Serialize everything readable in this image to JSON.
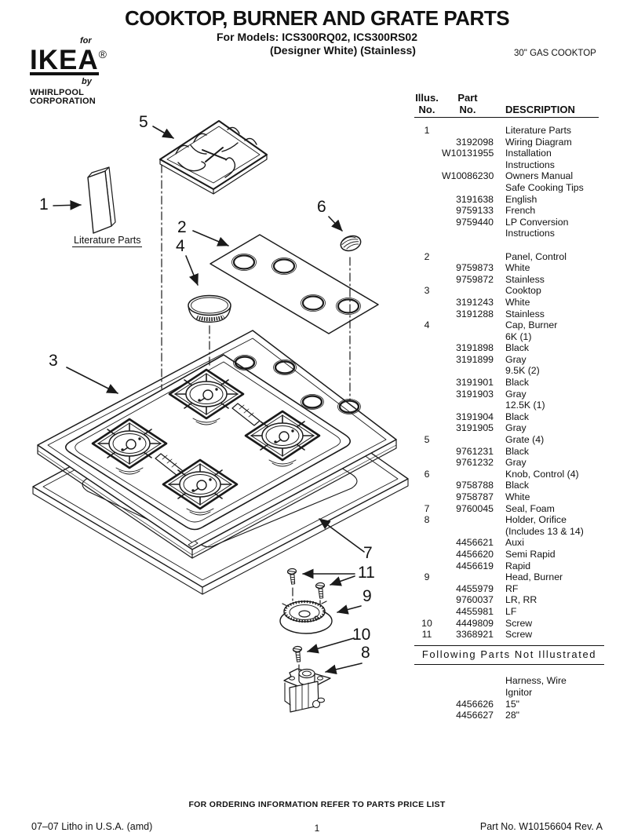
{
  "header": {
    "title": "COOKTOP, BURNER AND GRATE PARTS",
    "models_line": "For Models: ICS300RQ02, ICS300RS02",
    "finish_line": "(Designer White) (Stainless)",
    "product_type": "30\" GAS COOKTOP",
    "logo": {
      "for_text": "for",
      "brand": "IKEA",
      "registered_mark": "®",
      "by_text": "by",
      "company": "WHIRLPOOL CORPORATION"
    }
  },
  "diagram": {
    "literature_label": "Literature Parts",
    "callouts": [
      "1",
      "2",
      "3",
      "4",
      "5",
      "6",
      "7",
      "8",
      "9",
      "10",
      "11"
    ]
  },
  "parts_table": {
    "headers": {
      "col1_line1": "Illus.",
      "col1_line2": "No.",
      "col2_line1": "Part",
      "col2_line2": "No.",
      "col3": "DESCRIPTION"
    },
    "rows": [
      [
        "1",
        "",
        "Literature Parts"
      ],
      [
        "",
        "3192098",
        "Wiring Diagram"
      ],
      [
        "",
        "W10131955",
        "Installation"
      ],
      [
        "",
        "",
        "Instructions"
      ],
      [
        "",
        "W10086230",
        "Owners Manual"
      ],
      [
        "",
        "",
        "Safe Cooking Tips"
      ],
      [
        "",
        "3191638",
        "English"
      ],
      [
        "",
        "9759133",
        "French"
      ],
      [
        "",
        "9759440",
        "LP Conversion"
      ],
      [
        "",
        "",
        "Instructions"
      ],
      [
        "",
        "",
        ""
      ],
      [
        "2",
        "",
        "Panel, Control"
      ],
      [
        "",
        "9759873",
        "White"
      ],
      [
        "",
        "9759872",
        "Stainless"
      ],
      [
        "3",
        "",
        "Cooktop"
      ],
      [
        "",
        "3191243",
        "White"
      ],
      [
        "",
        "3191288",
        "Stainless"
      ],
      [
        "4",
        "",
        "Cap, Burner"
      ],
      [
        "",
        "",
        "6K (1)"
      ],
      [
        "",
        "3191898",
        "Black"
      ],
      [
        "",
        "3191899",
        "Gray"
      ],
      [
        "",
        "",
        "9.5K (2)"
      ],
      [
        "",
        "3191901",
        "Black"
      ],
      [
        "",
        "3191903",
        "Gray"
      ],
      [
        "",
        "",
        "12.5K (1)"
      ],
      [
        "",
        "3191904",
        "Black"
      ],
      [
        "",
        "3191905",
        "Gray"
      ],
      [
        "5",
        "",
        "Grate (4)"
      ],
      [
        "",
        "9761231",
        "Black"
      ],
      [
        "",
        "9761232",
        "Gray"
      ],
      [
        "6",
        "",
        "Knob, Control (4)"
      ],
      [
        "",
        "9758788",
        "Black"
      ],
      [
        "",
        "9758787",
        "White"
      ],
      [
        "7",
        "9760045",
        "Seal, Foam"
      ],
      [
        "8",
        "",
        "Holder, Orifice"
      ],
      [
        "",
        "",
        "(Includes 13 & 14)"
      ],
      [
        "",
        "4456621",
        "Auxi"
      ],
      [
        "",
        "4456620",
        "Semi Rapid"
      ],
      [
        "",
        "4456619",
        "Rapid"
      ],
      [
        "9",
        "",
        "Head, Burner"
      ],
      [
        "",
        "4455979",
        "RF"
      ],
      [
        "",
        "9760037",
        "LR, RR"
      ],
      [
        "",
        "4455981",
        "LF"
      ],
      [
        "10",
        "4449809",
        "Screw"
      ],
      [
        "11",
        "3368921",
        "Screw"
      ]
    ],
    "not_illustrated": {
      "heading": "Following Parts Not Illustrated",
      "rows": [
        [
          "",
          "",
          "Harness, Wire"
        ],
        [
          "",
          "",
          "Ignitor"
        ],
        [
          "",
          "4456626",
          "15\""
        ],
        [
          "",
          "4456627",
          "28\""
        ]
      ]
    }
  },
  "footer": {
    "ordering_note": "FOR ORDERING INFORMATION REFER TO PARTS PRICE LIST",
    "litho_line": "07–07 Litho in U.S.A. (amd)",
    "page_number": "1",
    "part_number_line": "Part No. W10156604 Rev. A"
  }
}
